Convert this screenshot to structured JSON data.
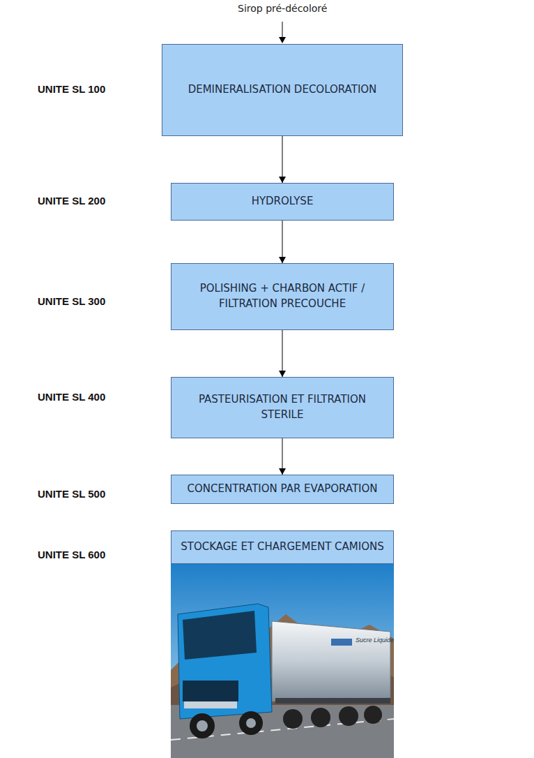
{
  "diagram": {
    "nodes": [
      {
        "text": [
          "DEMINERALISATION DECOLORATION"
        ]
      },
      {
        "text": [
          "HYDROLYSE"
        ]
      },
      {
        "text": [
          "POLISHING + CHARBON ACTIF / FILTRATION PRECOUCHE"
        ]
      },
      {
        "text": [
          "PASTEURISATION ET FILTRATION STERILE"
        ]
      },
      {
        "text": [
          "CONCENTRATION PAR EVAPORATION"
        ]
      },
      {
        "text": [
          "STOCKAGE ET CHARGEMENT CAMIONS"
        ]
      }
    ],
    "edges": [
      {
        "from": 0,
        "to": 1,
        "arrow": "to"
      },
      {
        "from": 1,
        "to": 2,
        "arrow": "to"
      },
      {
        "from": 2,
        "to": 3,
        "arrow": "to"
      },
      {
        "from": 3,
        "to": 4,
        "arrow": "to"
      }
    ],
    "labels": [
      "Sirop pré-décoloré",
      "UNITE SL 100",
      "UNITE SL 200",
      "UNITE SL 300",
      "UNITE SL 400",
      "UNITE SL 500",
      "UNITE SL 600",
      "Sucre Liquide"
    ]
  }
}
